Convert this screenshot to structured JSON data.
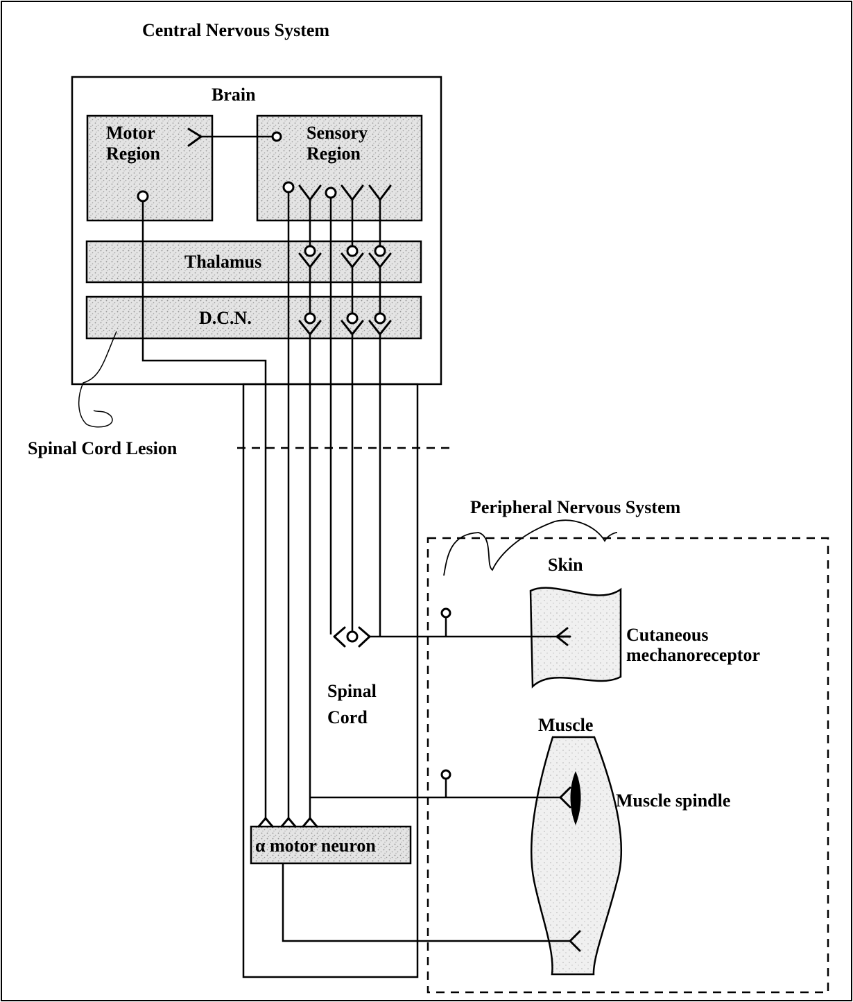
{
  "labels": {
    "cns": "Central Nervous System",
    "brain": "Brain",
    "motor_region_line1": "Motor",
    "motor_region_line2": "Region",
    "sensory_region_line1": "Sensory",
    "sensory_region_line2": "Region",
    "thalamus": "Thalamus",
    "dcn": "D.C.N.",
    "lesion": "Spinal Cord Lesion",
    "pns": "Peripheral Nervous System",
    "skin": "Skin",
    "cutaneous_line1": "Cutaneous",
    "cutaneous_line2": "mechanoreceptor",
    "spinal_line1": "Spinal",
    "spinal_line2": "Cord",
    "muscle": "Muscle",
    "spindle": "Muscle spindle",
    "motor_neuron": "α motor neuron"
  }
}
